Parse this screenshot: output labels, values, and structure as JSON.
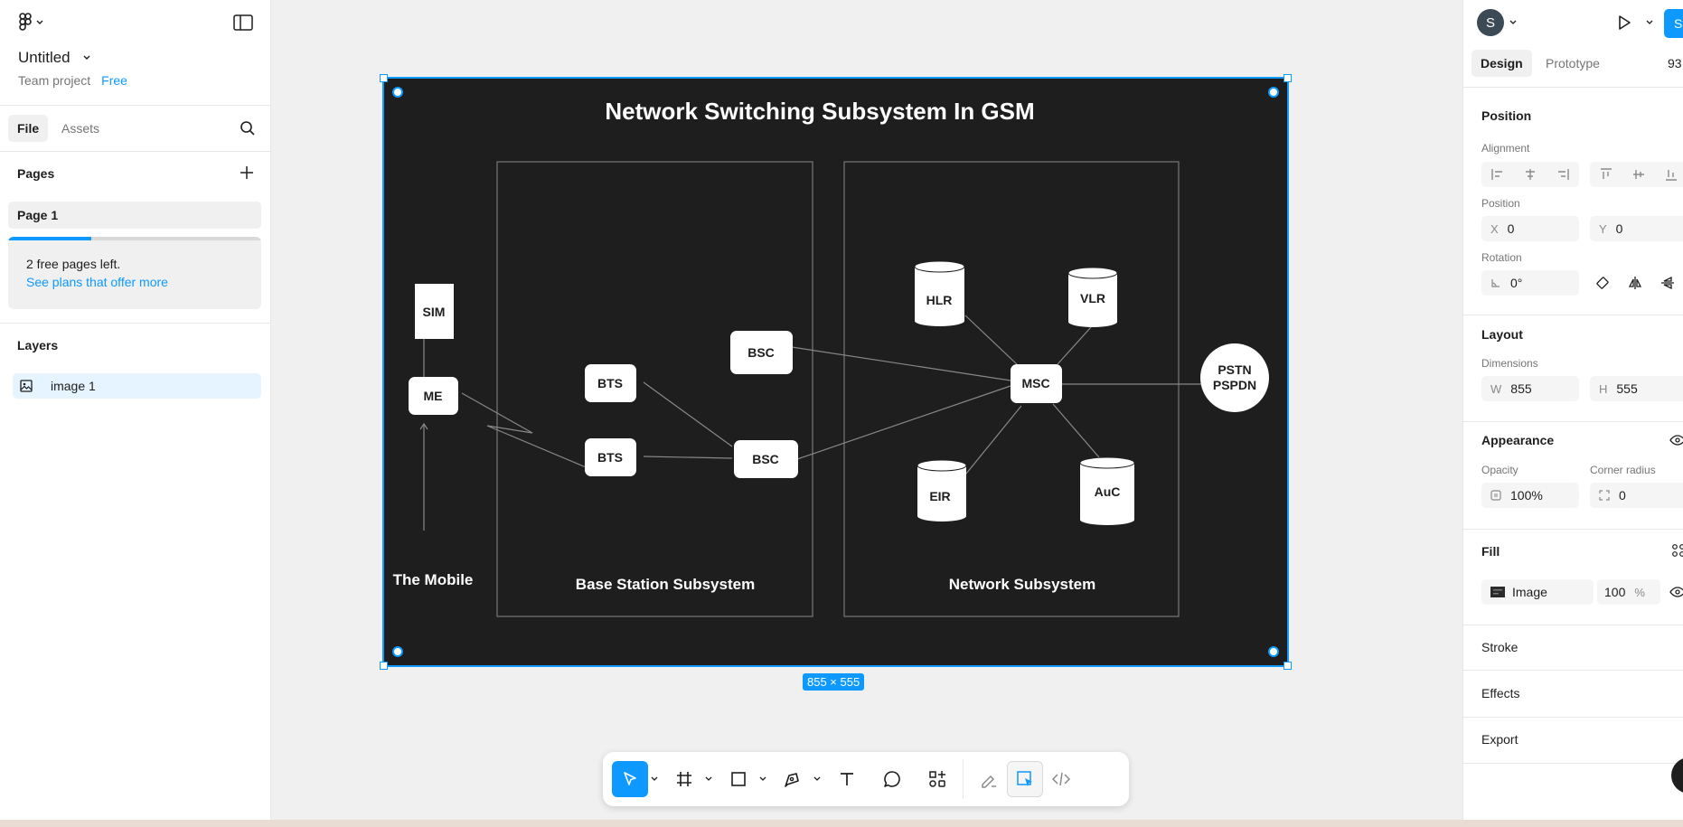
{
  "left": {
    "file_name": "Untitled",
    "team": "Team project",
    "plan_badge": "Free",
    "tabs": [
      "File",
      "Assets"
    ],
    "pages_title": "Pages",
    "pages": [
      "Page 1"
    ],
    "free_pages_used_fraction": 0.33,
    "banner_text": "2 free pages left.",
    "banner_link": "See plans that offer more",
    "layers_title": "Layers",
    "layers": [
      "image 1"
    ]
  },
  "canvas": {
    "selection_size": "855 × 555",
    "diagram": {
      "title": "Network Switching Subsystem In GSM",
      "nodes": {
        "sim": "SIM",
        "me": "ME",
        "bts1": "BTS",
        "bts2": "BTS",
        "bsc1": "BSC",
        "bsc2": "BSC",
        "msc": "MSC",
        "hlr": "HLR",
        "vlr": "VLR",
        "eir": "EIR",
        "auc": "AuC",
        "pstn_line1": "PSTN",
        "pstn_line2": "PSPDN"
      },
      "group_labels": {
        "mobile": "The Mobile",
        "bss": "Base Station Subsystem",
        "nss": "Network Subsystem"
      }
    }
  },
  "toolbar": {
    "tools": [
      "move-tool",
      "frame-tool",
      "shape-tool",
      "pen-tool",
      "text-tool",
      "comment-tool",
      "actions-tool",
      "draw-mode",
      "design-mode",
      "dev-mode"
    ]
  },
  "right": {
    "avatar_initial": "S",
    "share_label": "S",
    "tabs": [
      "Design",
      "Prototype"
    ],
    "zoom": "93",
    "position_title": "Position",
    "alignment_label": "Alignment",
    "position_label": "Position",
    "x_key": "X",
    "x_val": "0",
    "y_key": "Y",
    "y_val": "0",
    "rotation_label": "Rotation",
    "rotation_val": "0°",
    "layout_title": "Layout",
    "dimensions_label": "Dimensions",
    "w_key": "W",
    "w_val": "855",
    "h_key": "H",
    "h_val": "555",
    "appearance_title": "Appearance",
    "opacity_label": "Opacity",
    "opacity_val": "100%",
    "corner_label": "Corner radius",
    "corner_val": "0",
    "fill_title": "Fill",
    "fill_type": "Image",
    "fill_opacity": "100",
    "fill_pct": "%",
    "stroke_title": "Stroke",
    "effects_title": "Effects",
    "export_title": "Export"
  },
  "colors": {
    "accent": "#0d99ff",
    "canvas": "#f0f0f0",
    "frame_bg": "#1e1e1e"
  }
}
